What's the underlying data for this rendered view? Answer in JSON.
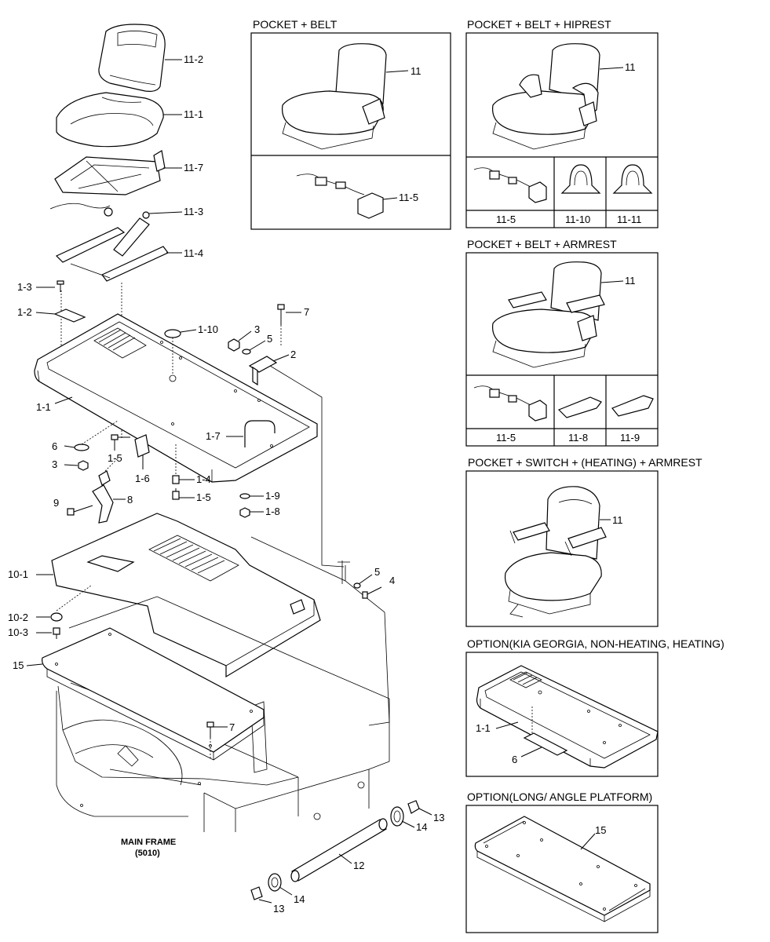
{
  "panels": {
    "p1_title": "POCKET + BELT",
    "p2_title": "POCKET + BELT + HIPREST",
    "p3_title": "POCKET + BELT + ARMREST",
    "p4_title": "POCKET + SWITCH + (HEATING) + ARMREST",
    "p5_title": "OPTION(KIA GEORGIA, NON-HEATING, HEATING)",
    "p6_title": "OPTION(LONG/ ANGLE PLATFORM)"
  },
  "labels": {
    "l_11_2": "11-2",
    "l_11_1": "11-1",
    "l_11_7": "11-7",
    "l_11_3": "11-3",
    "l_11_4": "11-4",
    "l_1_3": "1-3",
    "l_1_2": "1-2",
    "l_1_10": "1-10",
    "l_7a": "7",
    "l_3a": "3",
    "l_5a": "5",
    "l_2": "2",
    "l_1_1": "1-1",
    "l_1_7": "1-7",
    "l_6": "6",
    "l_1_5a": "1-5",
    "l_3b": "3",
    "l_1_6": "1-6",
    "l_1_4": "1-4",
    "l_1_5b": "1-5",
    "l_1_9": "1-9",
    "l_1_8": "1-8",
    "l_9": "9",
    "l_8": "8",
    "l_10_1": "10-1",
    "l_5b": "5",
    "l_4": "4",
    "l_10_2": "10-2",
    "l_10_3": "10-3",
    "l_15": "15",
    "l_7b": "7",
    "l_13a": "13",
    "l_14a": "14",
    "l_12": "12",
    "l_14b": "14",
    "l_13b": "13",
    "main_frame_1": "MAIN FRAME",
    "main_frame_2": "(5010)",
    "p1_11": "11",
    "p1_11_5": "11-5",
    "p2_11": "11",
    "p2_11_5": "11-5",
    "p2_11_10": "11-10",
    "p2_11_11": "11-11",
    "p3_11": "11",
    "p3_11_5": "11-5",
    "p3_11_8": "11-8",
    "p3_11_9": "11-9",
    "p4_11": "11",
    "p5_1_1": "1-1",
    "p5_6": "6",
    "p6_15": "15"
  }
}
